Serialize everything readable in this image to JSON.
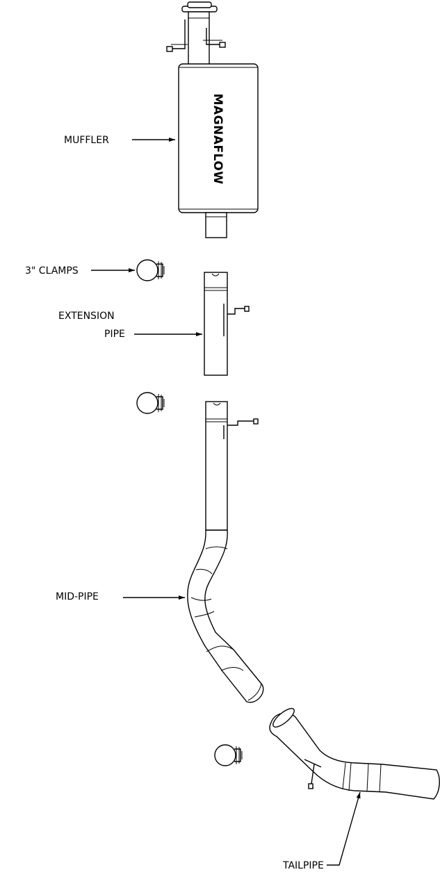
{
  "labels": {
    "muffler": "MUFFLER",
    "clamps": "3\" CLAMPS",
    "extension_line1": "EXTENSION",
    "extension_line2": "PIPE",
    "mid_pipe": "MID-PIPE",
    "tailpipe": "TAILPIPE"
  },
  "brand": "MAGNAFLOW",
  "colors": {
    "line": "#000000",
    "background": "#ffffff"
  }
}
